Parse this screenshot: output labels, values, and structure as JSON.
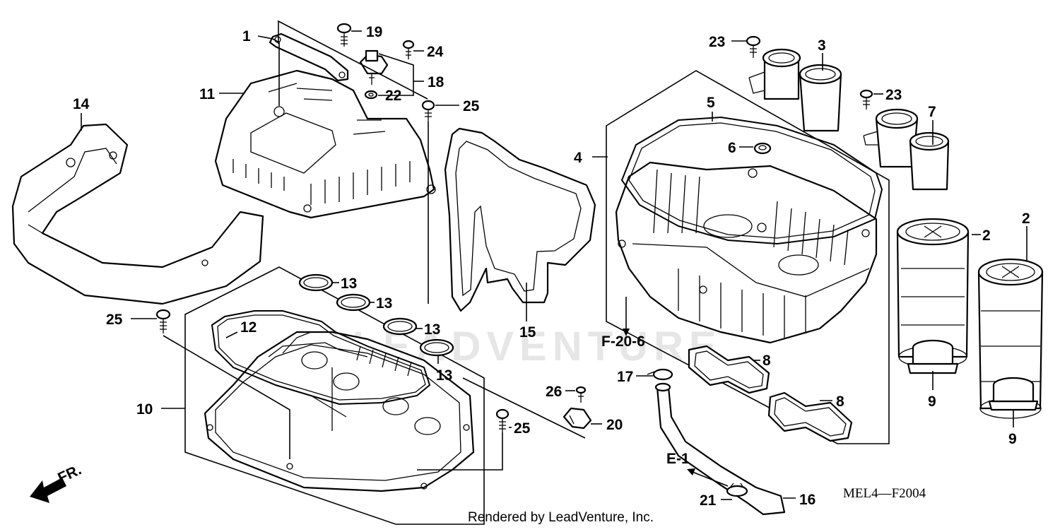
{
  "diagram": {
    "code": "MEL4—F2004",
    "credit": "Rendered by LeadVenture, Inc.",
    "direction_label": "FR.",
    "watermark": "LEADVENTURE",
    "references": [
      "F-20-6",
      "E-1"
    ],
    "callouts": {
      "c1": "1",
      "c19": "19",
      "c24": "24",
      "c18": "18",
      "c22": "22",
      "c11": "11",
      "c25a": "25",
      "c14": "14",
      "c5": "5",
      "c6": "6",
      "c4": "4",
      "c23a": "23",
      "c3": "3",
      "c23b": "23",
      "c7": "7",
      "c2a": "2",
      "c2b": "2",
      "c13a": "13",
      "c13b": "13",
      "c13c": "13",
      "c13d": "13",
      "c12": "12",
      "c25b": "25",
      "c15": "15",
      "c10": "10",
      "c25c": "25",
      "c26": "26",
      "c20": "20",
      "c17": "17",
      "c8a": "8",
      "c8b": "8",
      "c9a": "9",
      "c9b": "9",
      "c21": "21",
      "c16": "16"
    }
  }
}
